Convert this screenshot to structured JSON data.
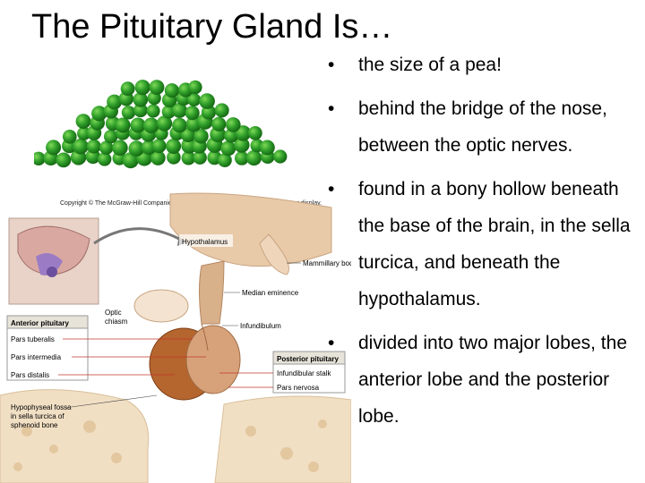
{
  "slide": {
    "title": "The Pituitary Gland Is…",
    "bullets": [
      "the size of a pea!",
      "behind the bridge of the nose, between the optic nerves.",
      "found in a bony hollow beneath the base of the brain, in the sella turcica, and beneath the hypothalamus.",
      "divided into two major lobes, the anterior lobe and the posterior lobe."
    ]
  },
  "figure": {
    "copyright": "Copyright © The McGraw-Hill Companies, Inc. Permission required for reproduction or display.",
    "labels": {
      "hypothalamus": "Hypothalamus",
      "mammillary_body": "Mammillary body",
      "median_eminence": "Median eminence",
      "optic_chiasm_1": "Optic",
      "optic_chiasm_2": "chiasm",
      "infundibulum": "Infundibulum",
      "anterior_pituitary": "Anterior pituitary",
      "pars_tuberalis": "Pars tuberalis",
      "pars_intermedia": "Pars intermedia",
      "pars_distalis": "Pars distalis",
      "posterior_pituitary": "Posterior pituitary",
      "infundibular_stalk": "Infundibular stalk",
      "pars_nervosa": "Pars nervosa",
      "fossa_1": "Hypophyseal fossa",
      "fossa_2": "in sella turcica of",
      "fossa_3": "sphenoid bone"
    }
  },
  "colors": {
    "pea_green": "#2f9e2a",
    "gland_brown": "#b5652e",
    "tissue_tan": "#e8c9a8",
    "box_red": "#c0392b"
  }
}
